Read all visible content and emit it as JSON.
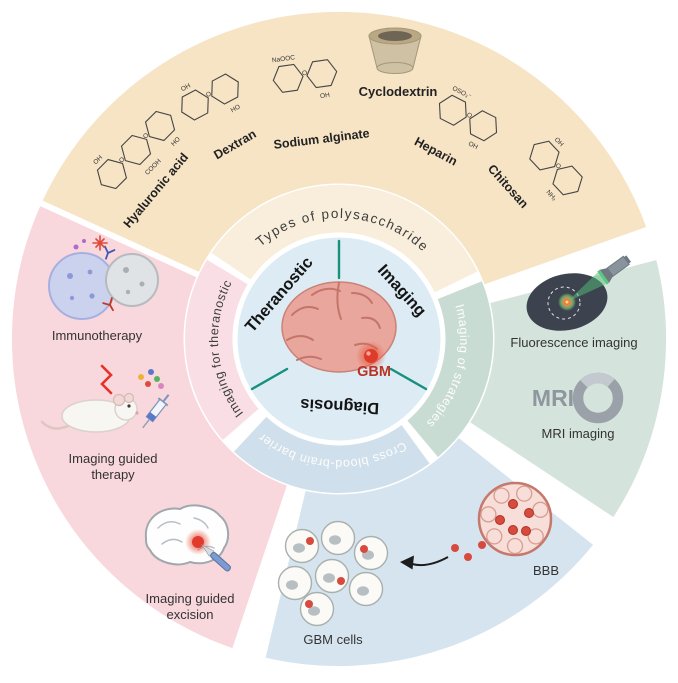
{
  "ring_labels": {
    "top": "Types of polysaccharide",
    "right": "Imaging of strategies",
    "bottom": "Cross blood-brain barrier",
    "left": "Imaging for theranostic"
  },
  "center": {
    "theranostic": "Theranostic",
    "imaging": "Imaging",
    "diagnosis": "Diagnosis",
    "gbm": "GBM"
  },
  "polysaccharide_sector": {
    "molecules": [
      {
        "name": "Hyaluronic acid",
        "atoms": [
          "OH",
          "HO",
          "COOH",
          "O",
          "O"
        ]
      },
      {
        "name": "Dextran",
        "atoms": [
          "OH",
          "HO",
          "O"
        ]
      },
      {
        "name": "Sodium alginate",
        "atoms": [
          "NaOOC",
          "OH",
          "O"
        ]
      },
      {
        "name": "Cyclodextrin",
        "atoms": []
      },
      {
        "name": "Heparin",
        "atoms": [
          "OSO₃⁻",
          "OH",
          "O"
        ]
      },
      {
        "name": "Chitosan",
        "atoms": [
          "OH",
          "NH₂",
          "O"
        ]
      }
    ]
  },
  "imaging_sector": {
    "fluorescence_label": "Fluorescence imaging",
    "mri_text": "MRI",
    "mri_label": "MRI imaging"
  },
  "bbb_sector": {
    "bbb_label": "BBB",
    "gbm_cells_label": "GBM cells"
  },
  "theranostic_sector": {
    "immunotherapy_label": "Immunotherapy",
    "therapy_label_line1": "Imaging guided",
    "therapy_label_line2": "therapy",
    "excision_label_line1": "Imaging guided",
    "excision_label_line2": "excision"
  },
  "colors": {
    "polysaccharide_sector": "#f6e4c5",
    "imaging_sector": "#d4e4dc",
    "bbb_sector": "#d6e4ef",
    "theranostic_sector": "#f8d7dd",
    "center_circle": "#dcebf4",
    "accent_teal": "#17917e",
    "gbm_red": "#b93425"
  }
}
